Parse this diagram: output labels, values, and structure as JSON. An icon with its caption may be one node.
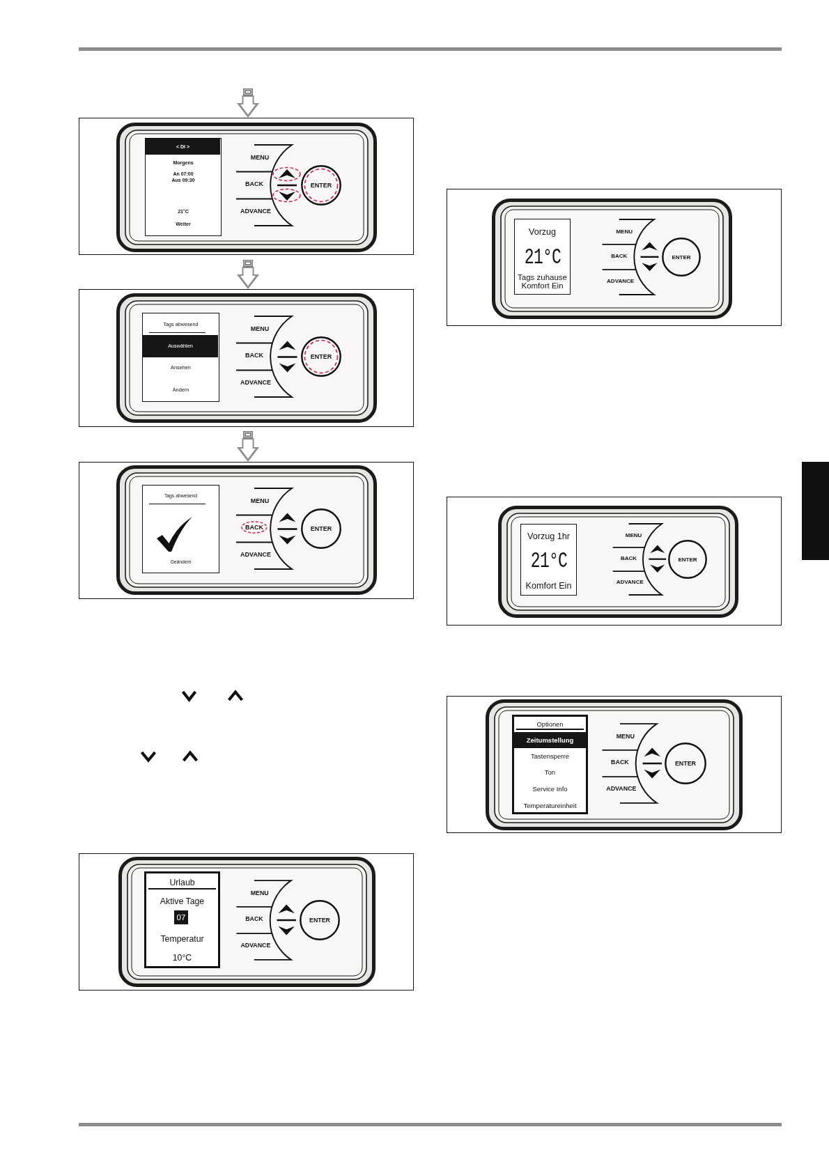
{
  "diagram": {
    "nodes": [
      {
        "text": [],
        "shape": "box"
      },
      {
        "text": [],
        "shape": "box"
      },
      {
        "text": [
          "Morgens",
          "An 07:00",
          "Aus 09:30",
          "21°C",
          "Weiter"
        ],
        "in": 1
      },
      {
        "text": [
          "< Di >"
        ],
        "in": 2
      },
      {
        "text": [
          "ENTER"
        ],
        "in": 1
      },
      {
        "text": [],
        "shape": "box"
      },
      {
        "text": [],
        "shape": "box"
      },
      {
        "text": [
          "Tags abwesend",
          "Ansehen",
          "Ändern"
        ],
        "in": 6
      },
      {
        "text": [
          "Auswählen"
        ],
        "in": 7
      },
      {
        "text": [
          "ENTER"
        ],
        "in": 6
      },
      {
        "text": [],
        "shape": "box"
      },
      {
        "text": [],
        "shape": "box"
      },
      {
        "text": [
          "Tags abwesend",
          "Geändern"
        ],
        "in": 11
      },
      {
        "text": [
          "BACK"
        ],
        "in": 11
      },
      {
        "text": [
          "ENTER"
        ],
        "in": 11
      },
      {
        "text": [],
        "shape": "box"
      },
      {
        "text": [
          "Urlaub",
          "Aktive Tage",
          "Temperatur",
          "10°C"
        ],
        "in": 15
      },
      {
        "text": [
          "07"
        ],
        "in": 16
      },
      {
        "text": [
          "ENTER"
        ],
        "in": 15
      },
      {
        "text": [],
        "shape": "box"
      },
      {
        "text": [
          "Vorzug",
          "21°C",
          "Tags zuhause",
          "Komfort Ein"
        ],
        "in": 19
      },
      {
        "text": [
          "ENTER"
        ],
        "in": 19
      },
      {
        "text": [],
        "shape": "box"
      },
      {
        "text": [
          "Vorzug 1hr",
          "21°C",
          "Komfort Ein"
        ],
        "in": 22
      },
      {
        "text": [
          "ENTER"
        ],
        "in": 22
      },
      {
        "text": [],
        "shape": "box"
      },
      {
        "text": [
          "Optionen",
          "Tastensperre",
          "Ton",
          "Service Info",
          "Temperatureinheit"
        ],
        "in": 25
      },
      {
        "text": [
          "Zeitumstellung"
        ],
        "in": 26
      },
      {
        "text": [
          "ENTER"
        ],
        "in": 25
      },
      {
        "text": [],
        "shape": "bar"
      }
    ],
    "edges": [
      {
        "from": 0,
        "to": 1,
        "arrow": "to"
      },
      {
        "from": 5,
        "to": 6,
        "arrow": "to"
      },
      {
        "from": 10,
        "to": 11,
        "arrow": "to"
      }
    ],
    "labels": [
      "MENU",
      "BACK",
      "ADVANCE",
      "MENU",
      "BACK",
      "ADVANCE",
      "MENU",
      "ADVANCE",
      "MENU",
      "BACK",
      "ADVANCE",
      "MENU",
      "BACK",
      "ADVANCE",
      "MENU",
      "BACK",
      "ADVANCE",
      "MENU",
      "BACK",
      "ADVANCE"
    ]
  }
}
